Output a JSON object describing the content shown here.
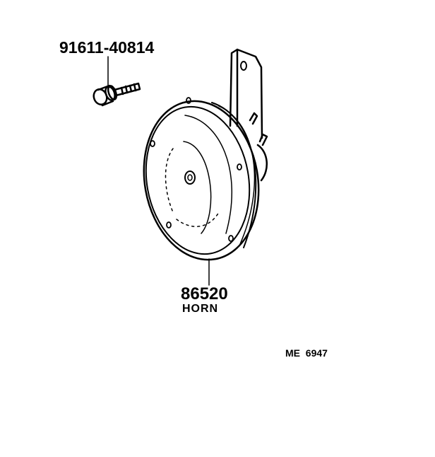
{
  "diagram": {
    "type": "parts-illustration",
    "parts": [
      {
        "part_number": "91611-40814",
        "name": "",
        "shape": "bolt"
      },
      {
        "part_number": "86520",
        "name": "HORN",
        "shape": "horn"
      }
    ],
    "reference_code": "ME  6947"
  }
}
